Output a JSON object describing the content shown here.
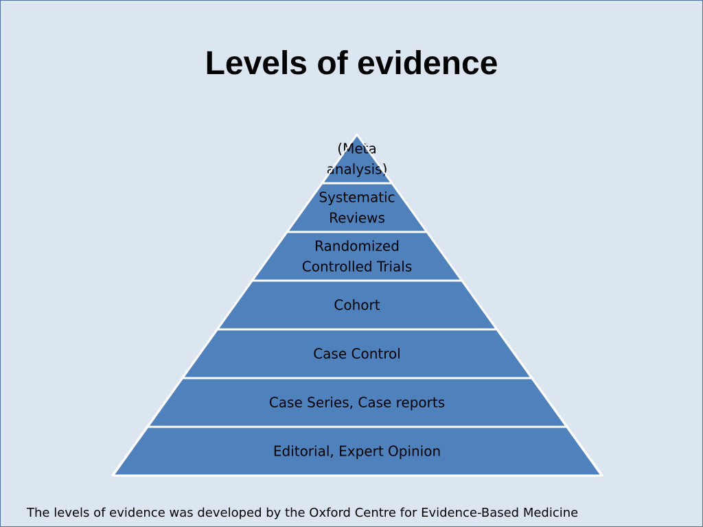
{
  "slide": {
    "title": "Levels of evidence",
    "footer": "The levels of evidence was developed by the Oxford Centre for Evidence-Based Medicine"
  },
  "pyramid": {
    "colors": {
      "fill": "#4f81bd",
      "stroke": "#ffffff",
      "text": "#000000"
    },
    "tiers": [
      {
        "lines": [
          "(Meta",
          "analysis)"
        ]
      },
      {
        "lines": [
          "Systematic",
          "Reviews"
        ]
      },
      {
        "lines": [
          "Randomized",
          "Controlled Trials"
        ]
      },
      {
        "lines": [
          "Cohort"
        ]
      },
      {
        "lines": [
          "Case Control"
        ]
      },
      {
        "lines": [
          "Case Series, Case reports"
        ]
      },
      {
        "lines": [
          "Editorial, Expert Opinion"
        ]
      }
    ]
  }
}
